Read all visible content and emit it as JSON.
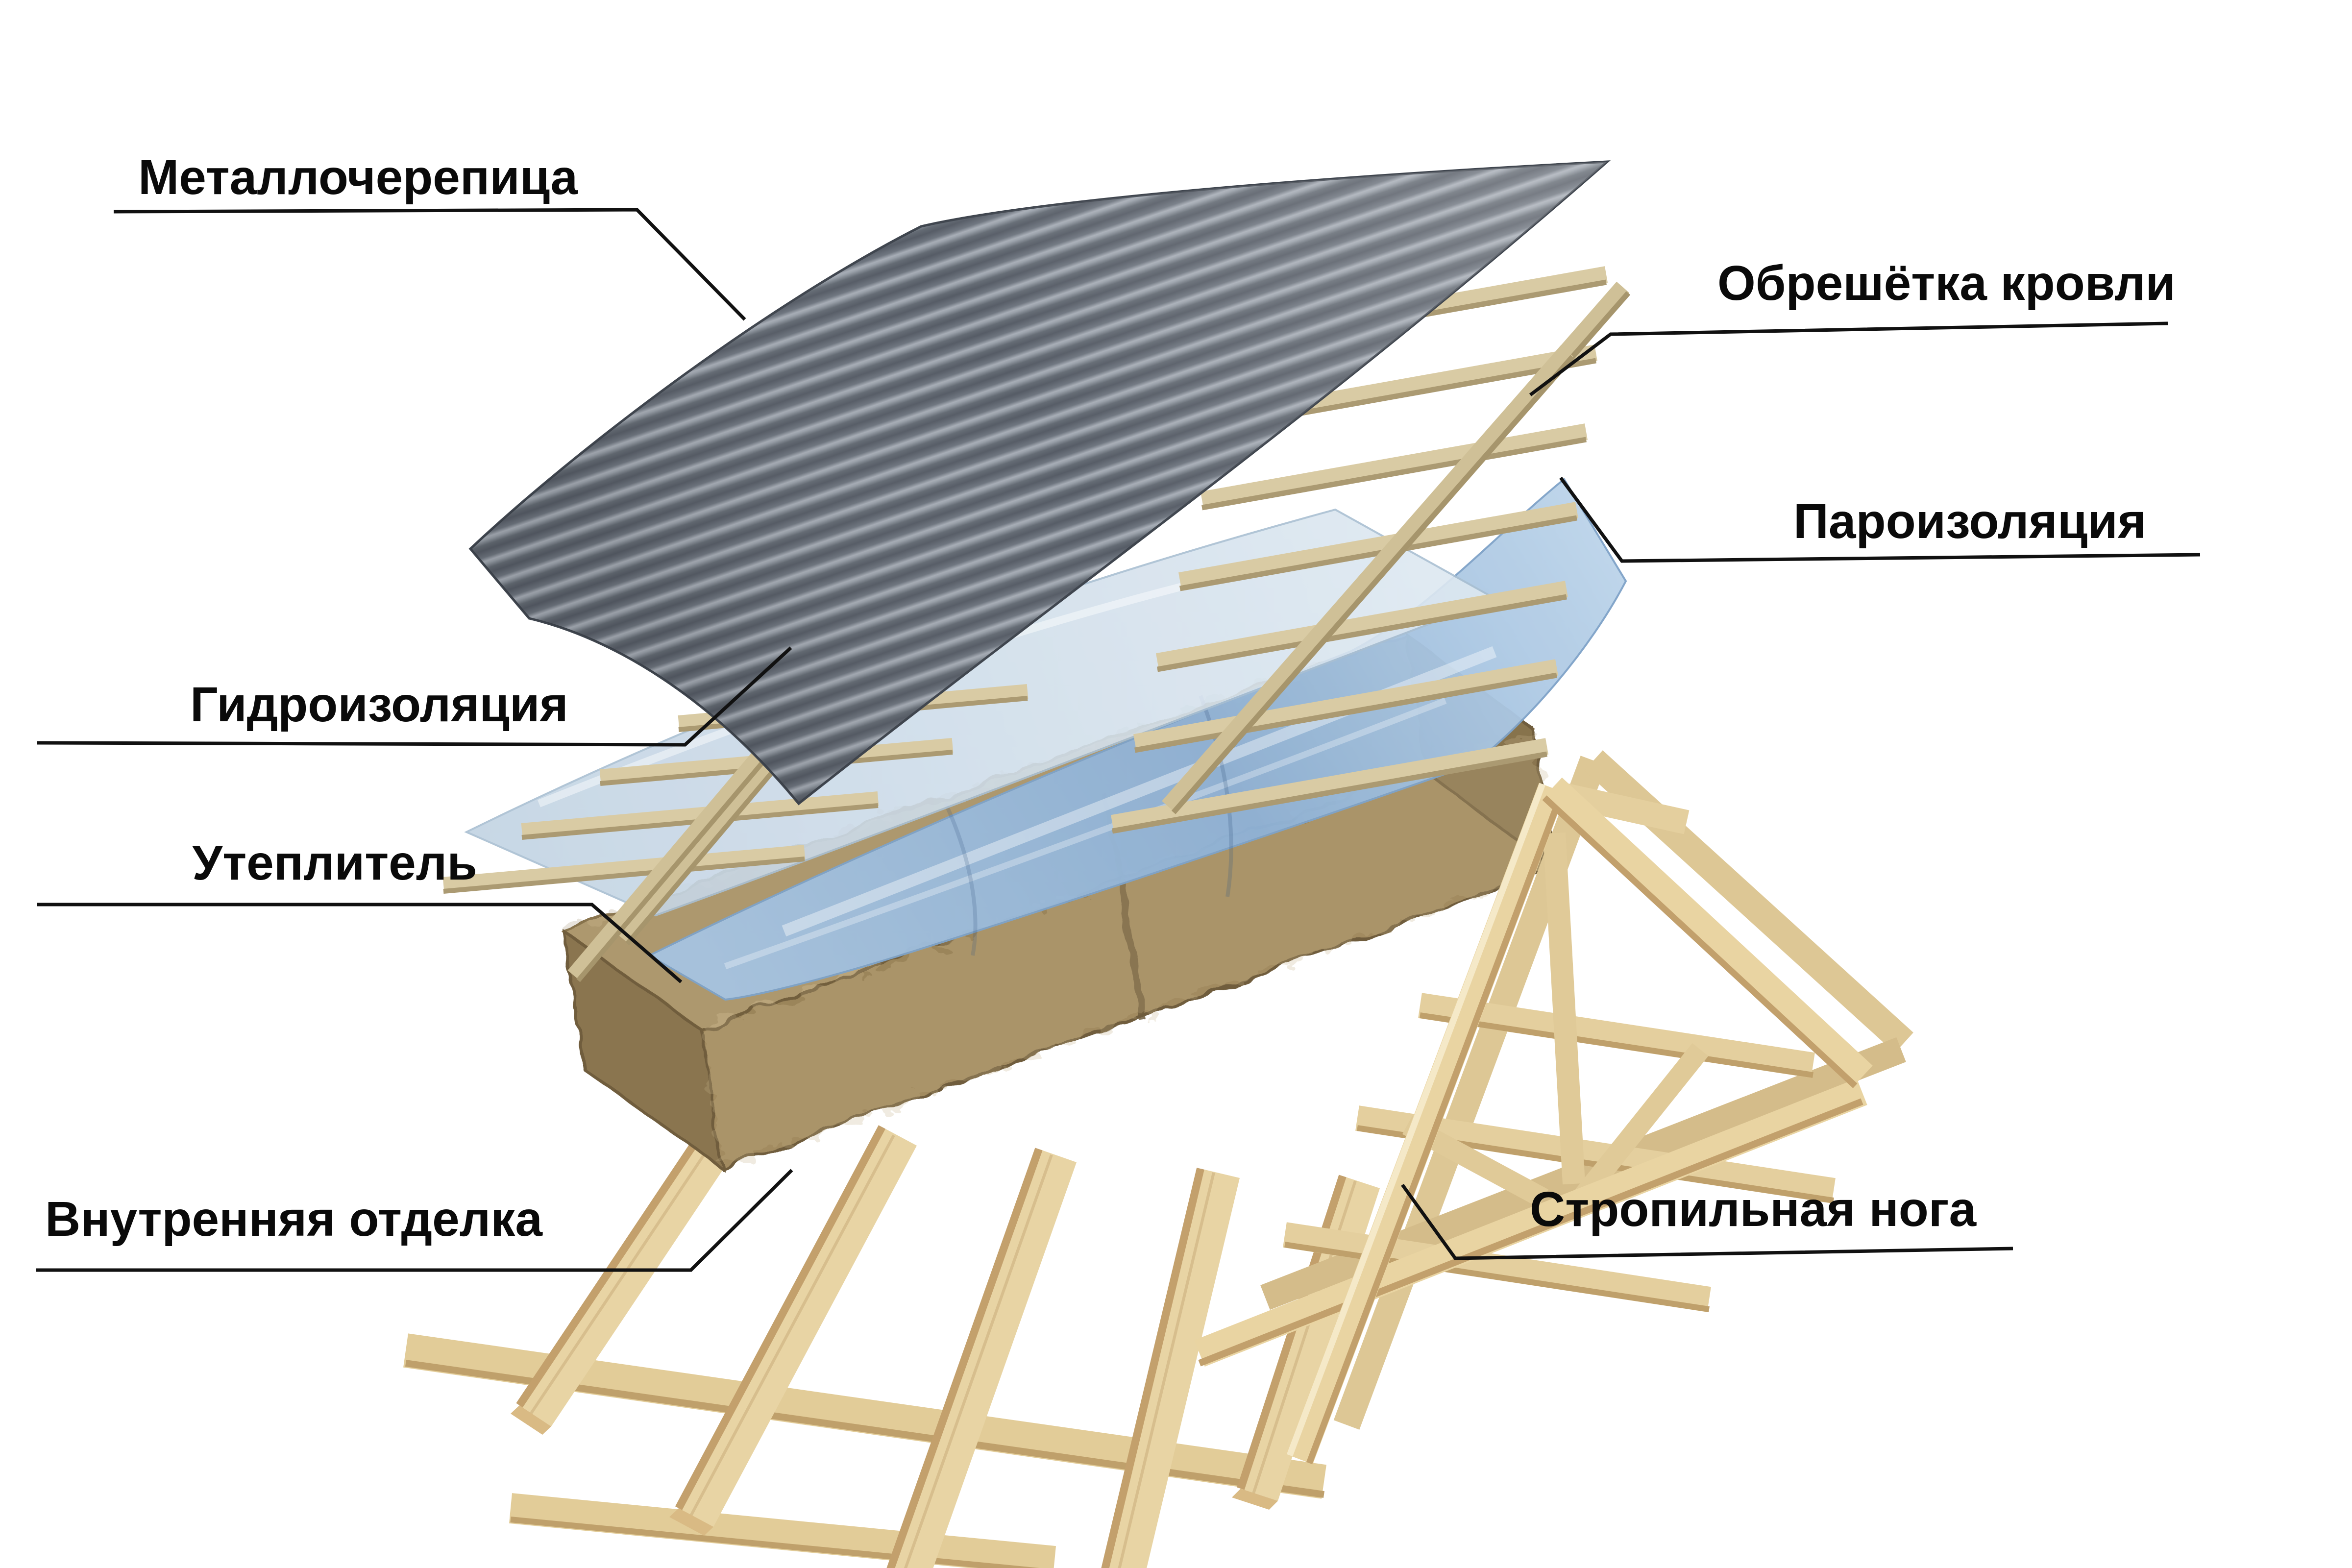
{
  "diagram": {
    "description": "Exploded diagram of pitched roof layers",
    "background": "#ffffff"
  },
  "labels": {
    "metal_tile": "Металлочерепица",
    "roof_lathing": "Обрешётка кровли",
    "vapor_barrier": "Пароизоляция",
    "waterproofing": "Гидроизоляция",
    "insulation": "Утеплитель",
    "interior_finish": "Внутренняя отделка",
    "rafter_leg": "Стропильная нога"
  },
  "palette": {
    "background": "#ffffff",
    "metal_dark": "#565c66",
    "metal_mid": "#7c838d",
    "metal_light": "#aab0b8",
    "wood_light": "#ead9ac",
    "wood_mid": "#d9cba4",
    "wood_shadow": "#ab9a72",
    "wood_cut": "#f0e6c8",
    "truss_wood": "#e9d4a2",
    "truss_shadow": "#c2a06c",
    "insulation_front": "#a28b61",
    "insulation_top": "#b7a278",
    "insulation_side": "#8a7450",
    "vapor_film": "#8fb2d6",
    "vapor_film_light": "#c9dbec",
    "waterproof_film": "#ccdbe9",
    "leader_color": "#111111",
    "label_color": "#0a0a0a"
  }
}
